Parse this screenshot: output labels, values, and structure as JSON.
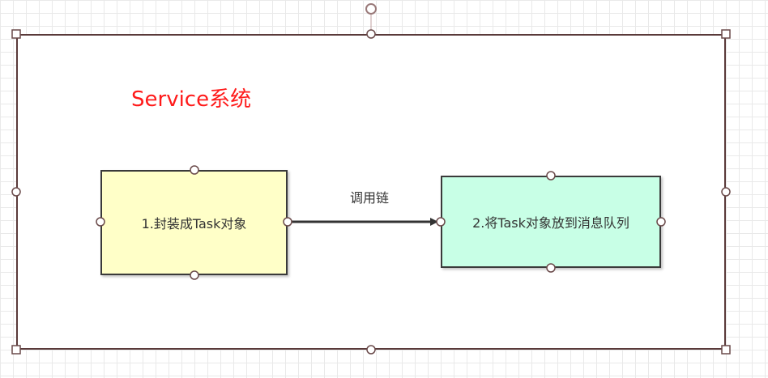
{
  "diagram": {
    "container": {
      "title": "Service系统",
      "title_color": "#ff1a1a",
      "border_color": "#5a3a3a"
    },
    "nodes": [
      {
        "id": "node-1",
        "label": "1.封装成Task对象",
        "fill": "#ffffc8"
      },
      {
        "id": "node-2",
        "label": "2.将Task对象放到消息队列",
        "fill": "#c8ffe6"
      }
    ],
    "edges": [
      {
        "from": "node-1",
        "to": "node-2",
        "label": "调用链"
      }
    ]
  }
}
